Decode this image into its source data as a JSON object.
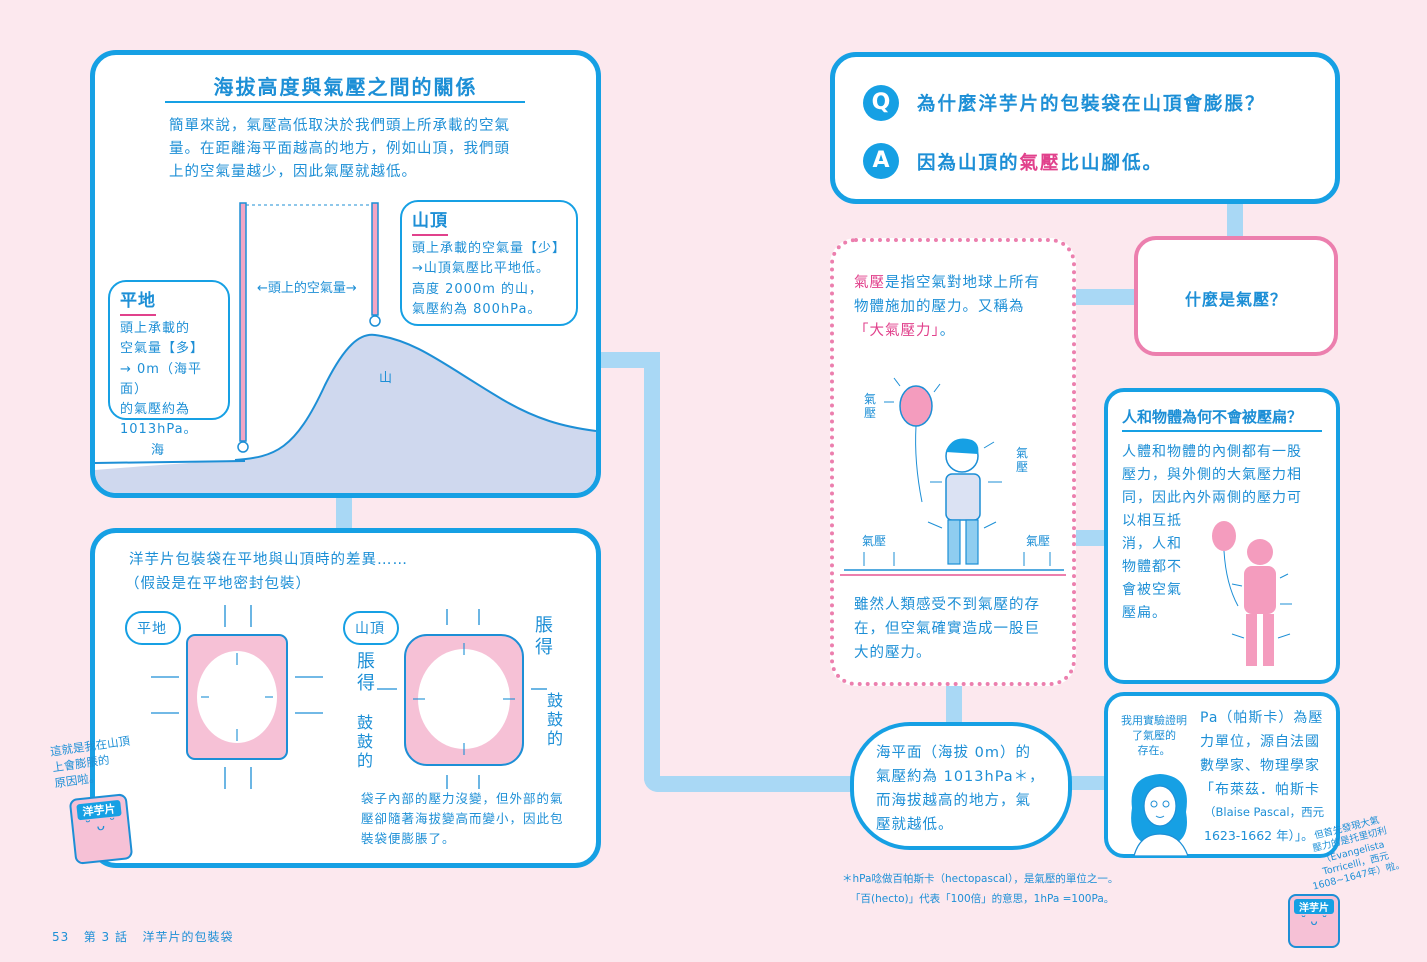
{
  "left_panel": {
    "title": "海拔高度與氣壓之間的關係",
    "intro": [
      "簡單來說，氣壓高低取決於我們頭上所承載的空氣",
      "量。在距離海平面越高的地方，例如山頂，我們頭",
      "上的空氣量越少，因此氣壓就越低。"
    ],
    "air_label": "←頭上的空氣量→",
    "mountain_label": "山",
    "sea_label": "海",
    "plain_bubble": {
      "title": "平地",
      "lines": [
        "頭上承載的",
        "空氣量【多】",
        "→ 0m（海平面）",
        "的氣壓約為",
        "1013hPa。"
      ]
    },
    "summit_bubble": {
      "title": "山頂",
      "lines": [
        "頭上承載的空氣量【少】",
        "→山頂氣壓比平地低。",
        "高度 2000m 的山，",
        "氣壓約為 800hPa。"
      ]
    }
  },
  "bag_panel": {
    "heading": [
      "洋芋片包裝袋在平地與山頂時的差異……",
      "（假設是在平地密封包裝）"
    ],
    "plain_tag": "平地",
    "summit_tag": "山頂",
    "swell_words": [
      "脹得",
      "脹得",
      "鼓鼓的",
      "鼓鼓的"
    ],
    "caption": [
      "袋子內部的壓力沒變，但外部的氣",
      "壓卻隨著海拔變高而變小，因此包",
      "裝袋便膨脹了。"
    ],
    "character_note": [
      "這就是我在山頂",
      "上會膨脹的",
      "原因啦。"
    ],
    "character_label": "洋芋片"
  },
  "qa": {
    "q_icon": "Q",
    "a_icon": "A",
    "question": "為什麼洋芋片的包裝袋在山頂會膨脹？",
    "answer_before": "因為山頂的",
    "answer_highlight": "氣壓",
    "answer_after": "比山腳低。"
  },
  "what_is_pressure": {
    "label": "什麼是氣壓？",
    "desc_highlight": "氣壓",
    "desc_rest_1": "是指空氣對地球上所有",
    "desc_line_2": "物體施加的壓力。又稱為",
    "desc_quote": "「大氣壓力」",
    "desc_end": "。",
    "pressure_word": "氣壓",
    "bottom_text": [
      "雖然人類感受不到氣壓的存",
      "在，但空氣確實造成一股巨",
      "大的壓力。"
    ]
  },
  "flatten_panel": {
    "title": "人和物體為何不會被壓扁？",
    "lines": [
      "人體和物體的內側都有一股",
      "壓力，與外側的大氣壓力相",
      "同，因此內外兩側的壓力可",
      "以相互抵",
      "消，人和",
      "物體都不",
      "會被空氣",
      "壓扁。"
    ]
  },
  "sea_level_cloud": {
    "lines": [
      "海平面（海拔 0m）的",
      "氣壓約為 1013hPa＊，",
      "而海拔越高的地方，氣",
      "壓就越低。"
    ]
  },
  "pascal_panel": {
    "speech": [
      "我用實驗證明",
      "了氣壓的",
      "存在。"
    ],
    "lines": [
      "Pa（帕斯卡）為壓",
      "力單位，源自法國",
      "數學家、物理學家",
      "「布萊茲．帕斯卡",
      "（Blaise Pascal，西元",
      "1623-1662 年）」。"
    ]
  },
  "torricelli_note": [
    "但首先發現大氣",
    "壓力的是托里切利",
    "（Evangelista",
    "Torricelli，西元",
    "1608~1647年）啦。"
  ],
  "footnote": [
    "＊hPa唸做百帕斯卡（hectopascal），是氣壓的單位之一。",
    "「百(hecto)」代表「100倍」的意思，1hPa =100Pa。"
  ],
  "footer": {
    "page_number": "53",
    "chapter": "第 3 話",
    "chapter_title": "洋芋片的包裝袋"
  },
  "colors": {
    "blue": "#16a0e4",
    "pink": "#ec7fae",
    "magenta": "#e1418c",
    "background": "#fce8ee",
    "connector": "#a9d8f5",
    "mountain": "#cfd8ee"
  }
}
